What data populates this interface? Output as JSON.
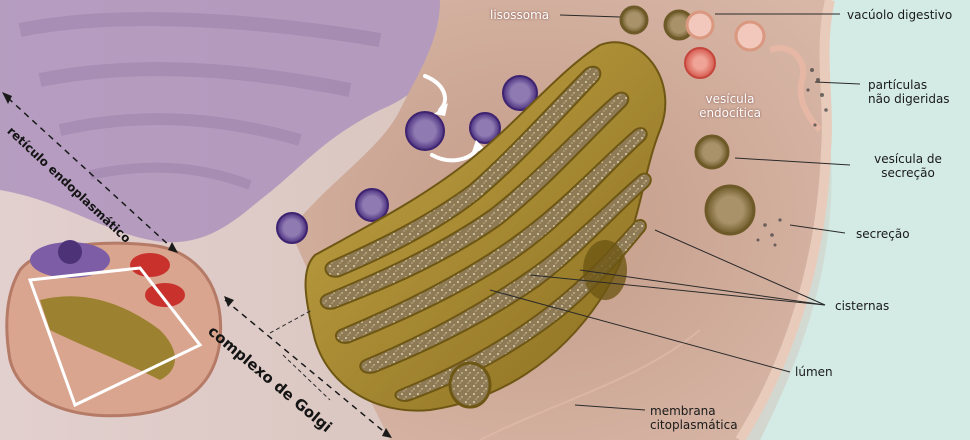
{
  "labels": {
    "lisossoma": "lisossoma",
    "vacuolo_digestivo": "vacúolo digestivo",
    "particulas_line1": "partículas",
    "particulas_line2": "não digeridas",
    "vesicula_endocitica_line1": "vesícula",
    "vesicula_endocitica_line2": "endocítica",
    "vesicula_secrecao_line1": "vesícula de",
    "vesicula_secrecao_line2": "secreção",
    "secrecao": "secreção",
    "cisternas": "cisternas",
    "lumen": "lúmen",
    "membrana_line1": "membrana",
    "membrana_line2": "citoplasmática",
    "reticulo": "retículo endoplasmático",
    "complexo": "complexo de Golgi"
  },
  "colors": {
    "golgi": "#a88b2e",
    "golgi_dark": "#6e5714",
    "cytoplasm": "#c9a595",
    "membrane": "#e3bfae",
    "er_purple": "#9a7fae",
    "vesicle_purple": "#5a3d8e",
    "endocytic_vesicle": "#e87a70",
    "background_teal": "#d4ebe4"
  }
}
